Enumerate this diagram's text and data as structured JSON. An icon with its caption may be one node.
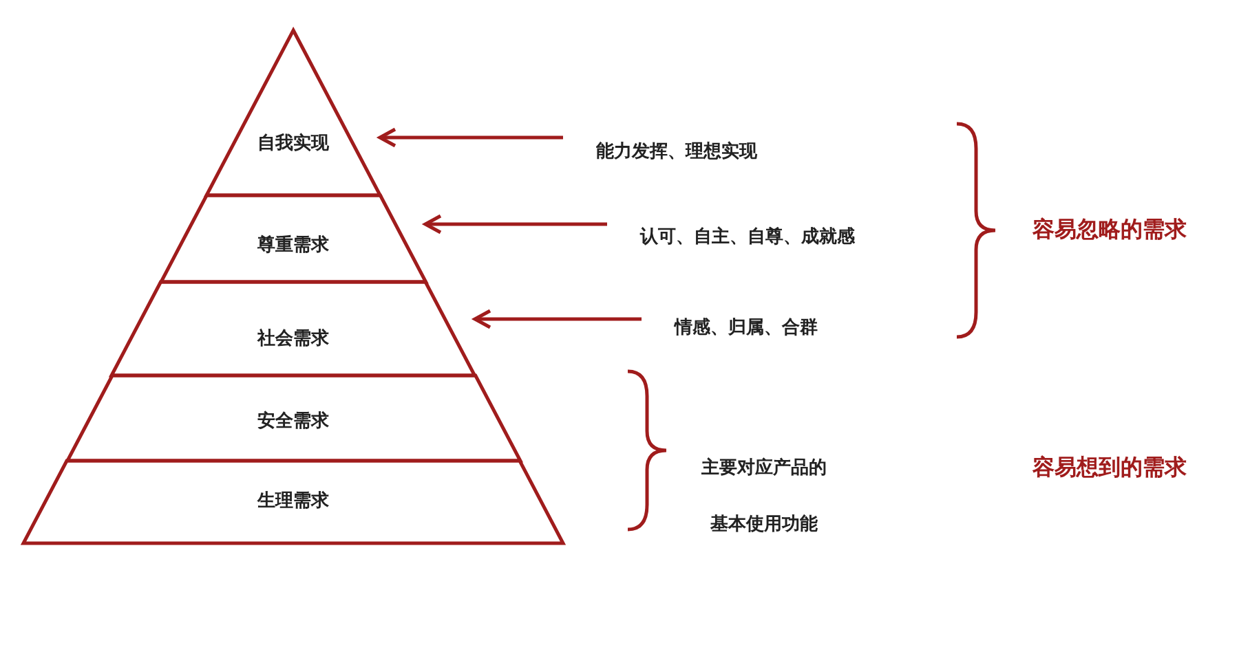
{
  "diagram": {
    "nodes": [
      {
        "text": [
          "自我实现"
        ]
      },
      {
        "text": [
          "尊重需求"
        ]
      },
      {
        "text": [
          "社会需求"
        ]
      },
      {
        "text": [
          "安全需求"
        ]
      },
      {
        "text": [
          "生理需求"
        ]
      },
      {
        "text": [
          "能力发挥、理想实现"
        ]
      },
      {
        "text": [
          "认可、自主、自尊、成就感"
        ]
      },
      {
        "text": [
          "情感、归属、合群"
        ]
      }
    ],
    "edges": [
      {
        "from": 5,
        "to": 0,
        "arrow": "to"
      },
      {
        "from": 6,
        "to": 1,
        "arrow": "to"
      },
      {
        "from": 7,
        "to": 2,
        "arrow": "to"
      }
    ],
    "labels": [
      "容易忽略的需求",
      "主要对应产品的基本使用功能",
      "容易想到的需求"
    ]
  }
}
